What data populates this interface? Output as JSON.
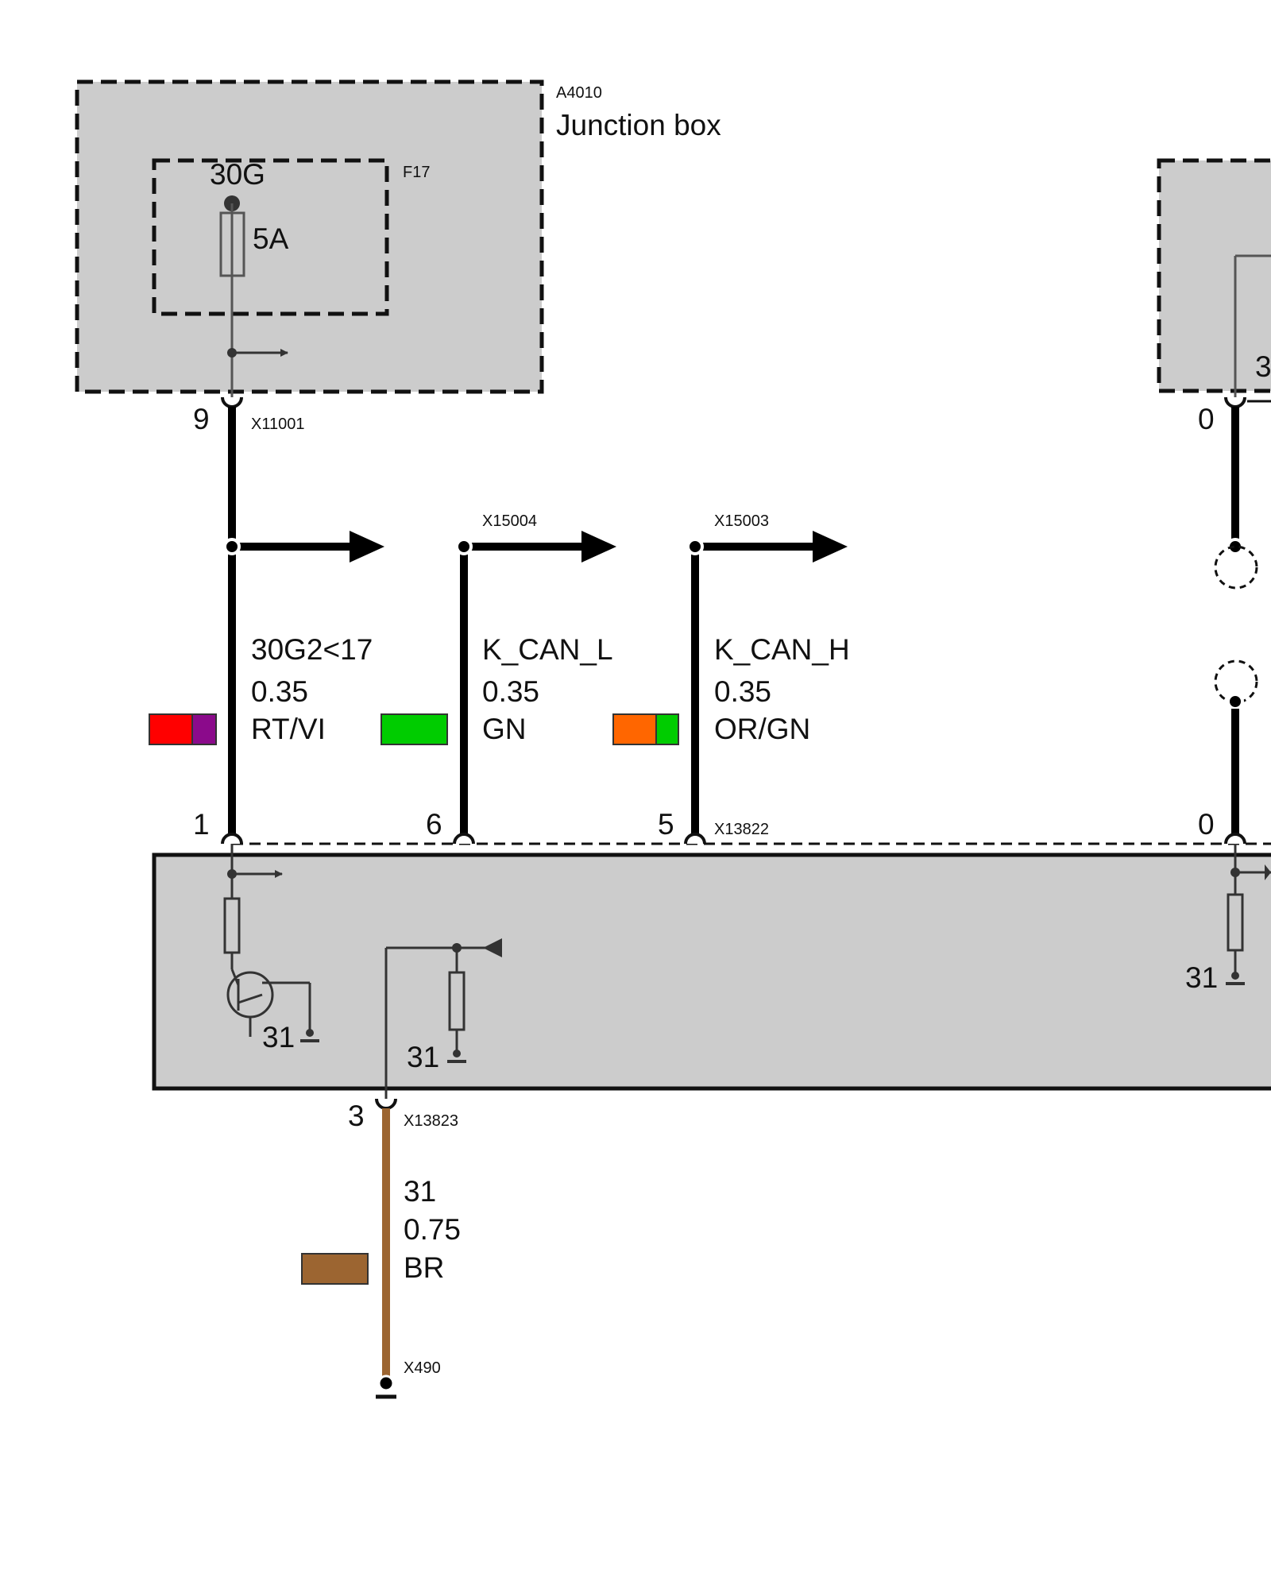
{
  "junction_box": {
    "id": "A4010",
    "title": "Junction box"
  },
  "fuse": {
    "id": "F17",
    "terminal": "30G",
    "rating": "5A"
  },
  "connectors": {
    "top": {
      "pin": "9",
      "id": "X11001"
    },
    "branch_l": {
      "id": "X15004"
    },
    "branch_h": {
      "id": "X15003"
    },
    "module": {
      "pins": [
        "1",
        "6",
        "5"
      ],
      "id": "X13822"
    },
    "ground_conn": {
      "pin": "3",
      "id": "X13823"
    },
    "ground_point": {
      "id": "X490"
    },
    "right_top_pin": "0",
    "right_bottom_pin": "0"
  },
  "wires": [
    {
      "signal": "30G2<17",
      "gauge": "0.35",
      "color_code": "RT/VI",
      "colors": [
        "#ff0000",
        "#8b0a8b"
      ]
    },
    {
      "signal": "K_CAN_L",
      "gauge": "0.35",
      "color_code": "GN",
      "colors": [
        "#00cc00"
      ]
    },
    {
      "signal": "K_CAN_H",
      "gauge": "0.35",
      "color_code": "OR/GN",
      "colors": [
        "#ff6600",
        "#00cc00"
      ]
    }
  ],
  "ground_wire": {
    "signal": "31",
    "gauge": "0.75",
    "color_code": "BR",
    "colors": [
      "#9c6531"
    ]
  },
  "grounds": {
    "transistor": "31",
    "resistor": "31",
    "right": "31"
  },
  "right_box_label": "3"
}
